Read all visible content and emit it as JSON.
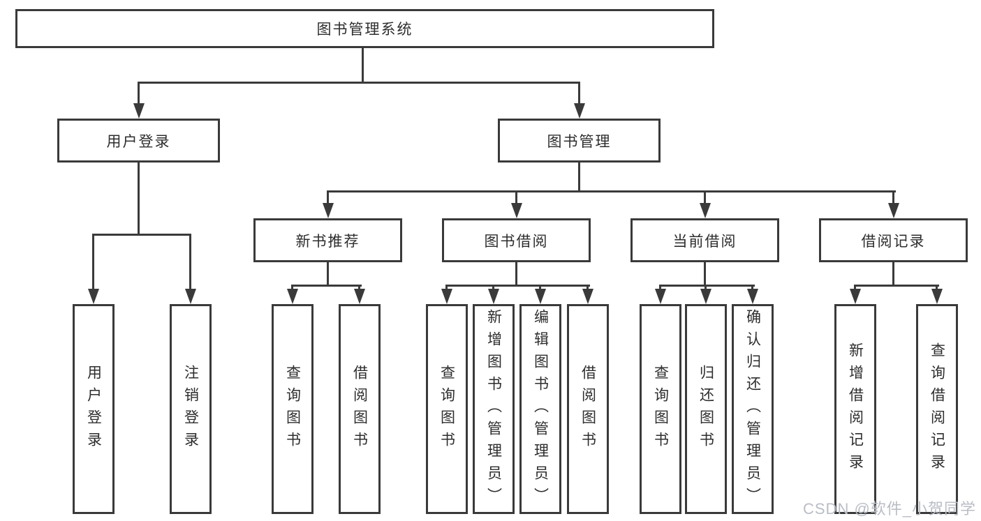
{
  "diagram": {
    "root": {
      "label": "图书管理系统"
    },
    "login_branch": {
      "label": "用户登录",
      "leaves": [
        {
          "label": "用户登录"
        },
        {
          "label": "注销登录"
        }
      ]
    },
    "management_branch": {
      "label": "图书管理",
      "sections": [
        {
          "label": "新书推荐",
          "leaves": [
            {
              "label": "查询图书"
            },
            {
              "label": "借阅图书"
            }
          ]
        },
        {
          "label": "图书借阅",
          "leaves": [
            {
              "label": "查询图书"
            },
            {
              "label": "新增图书（管理员）"
            },
            {
              "label": "编辑图书（管理员）"
            },
            {
              "label": "借阅图书"
            }
          ]
        },
        {
          "label": "当前借阅",
          "leaves": [
            {
              "label": "查询图书"
            },
            {
              "label": "归还图书"
            },
            {
              "label": "确认归还（管理员）"
            }
          ]
        },
        {
          "label": "借阅记录",
          "leaves": [
            {
              "label": "新增借阅记录"
            },
            {
              "label": "查询借阅记录"
            }
          ]
        }
      ]
    }
  },
  "watermark": {
    "text": "CSDN @软件_小贺同学"
  },
  "colors": {
    "line": "#3a3a3a",
    "text": "#2d2d2d",
    "background": "#ffffff",
    "watermark": "#b9bdc5"
  }
}
